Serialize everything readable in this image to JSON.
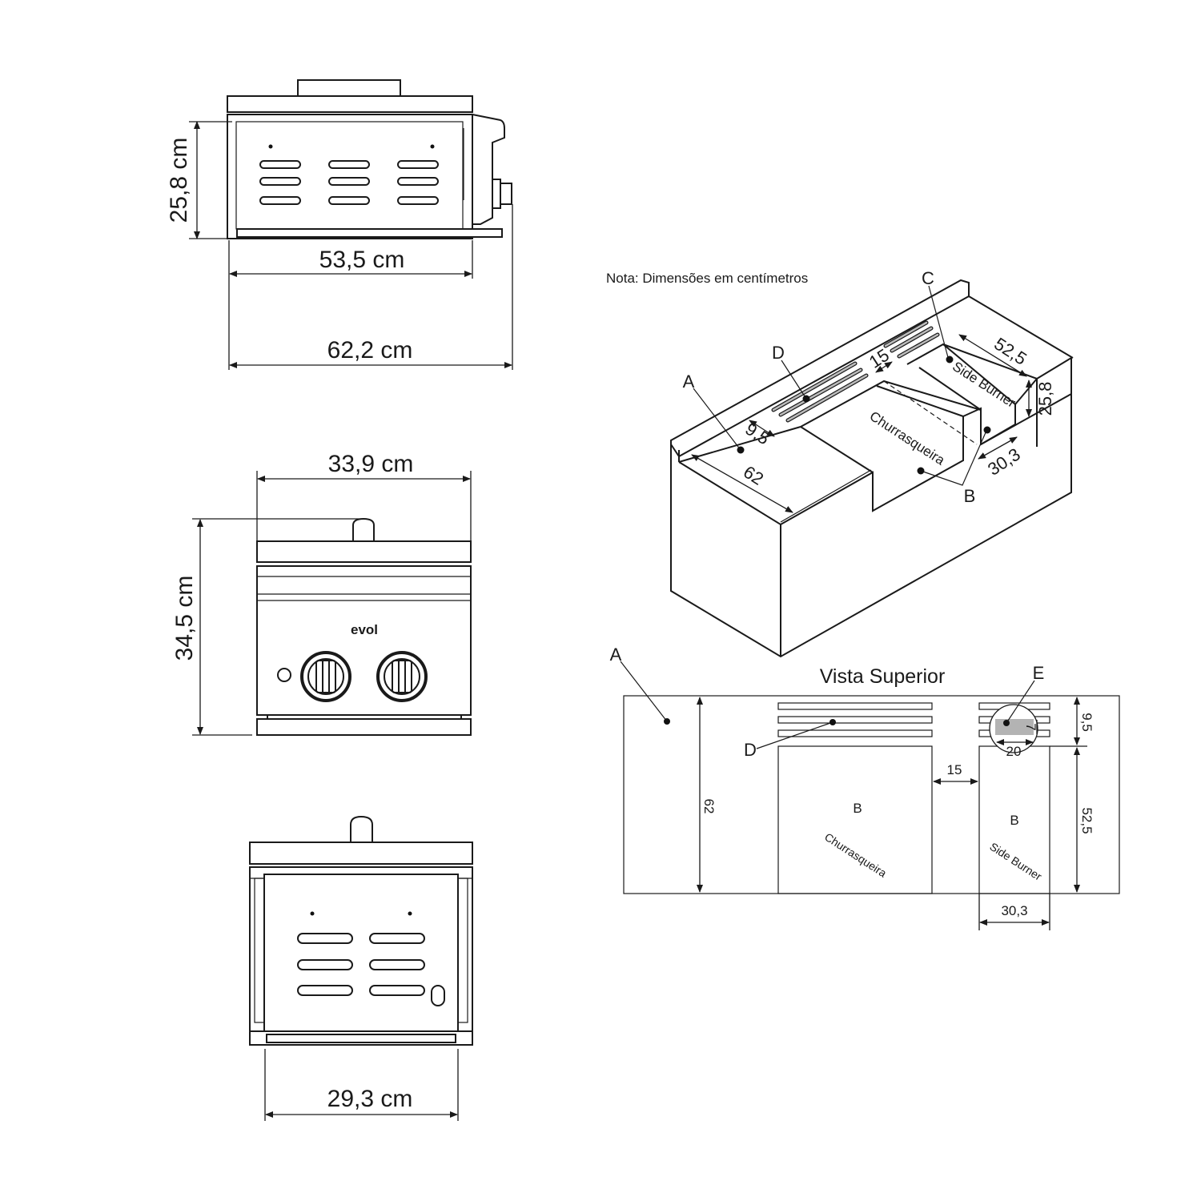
{
  "side_view": {
    "height_label": "25,8 cm",
    "inner_width_label": "53,5 cm",
    "total_width_label": "62,2 cm"
  },
  "front_view": {
    "width_label": "33,9 cm",
    "height_label": "34,5 cm",
    "brand": "evol"
  },
  "back_view": {
    "width_label": "29,3 cm"
  },
  "isometric": {
    "note": "Nota: Dimensões em centímetros",
    "labels": {
      "a": "A",
      "b": "B",
      "c": "C",
      "d": "D"
    },
    "dims": {
      "d62": "62",
      "d9_5": "9,5",
      "d15": "15",
      "d52_5": "52,5",
      "d25_8": "25,8",
      "d30_3": "30,3"
    },
    "areas": {
      "churrasqueira": "Churrasqueira",
      "side_burner": "Side Burner"
    }
  },
  "top_view": {
    "title": "Vista Superior",
    "labels": {
      "a": "A",
      "b1": "B",
      "b2": "B",
      "d": "D",
      "e": "E"
    },
    "areas": {
      "churrasqueira": "Churrasqueira",
      "side_burner": "Side Burner"
    },
    "dims": {
      "d62": "62",
      "d9_5": "9,5",
      "d52_5": "52,5",
      "d15": "15",
      "d30_3": "30,3",
      "d20": "20",
      "d7": "7"
    }
  },
  "colors": {
    "line": "#1a1a1a",
    "cutout": "#b3b3b3"
  }
}
